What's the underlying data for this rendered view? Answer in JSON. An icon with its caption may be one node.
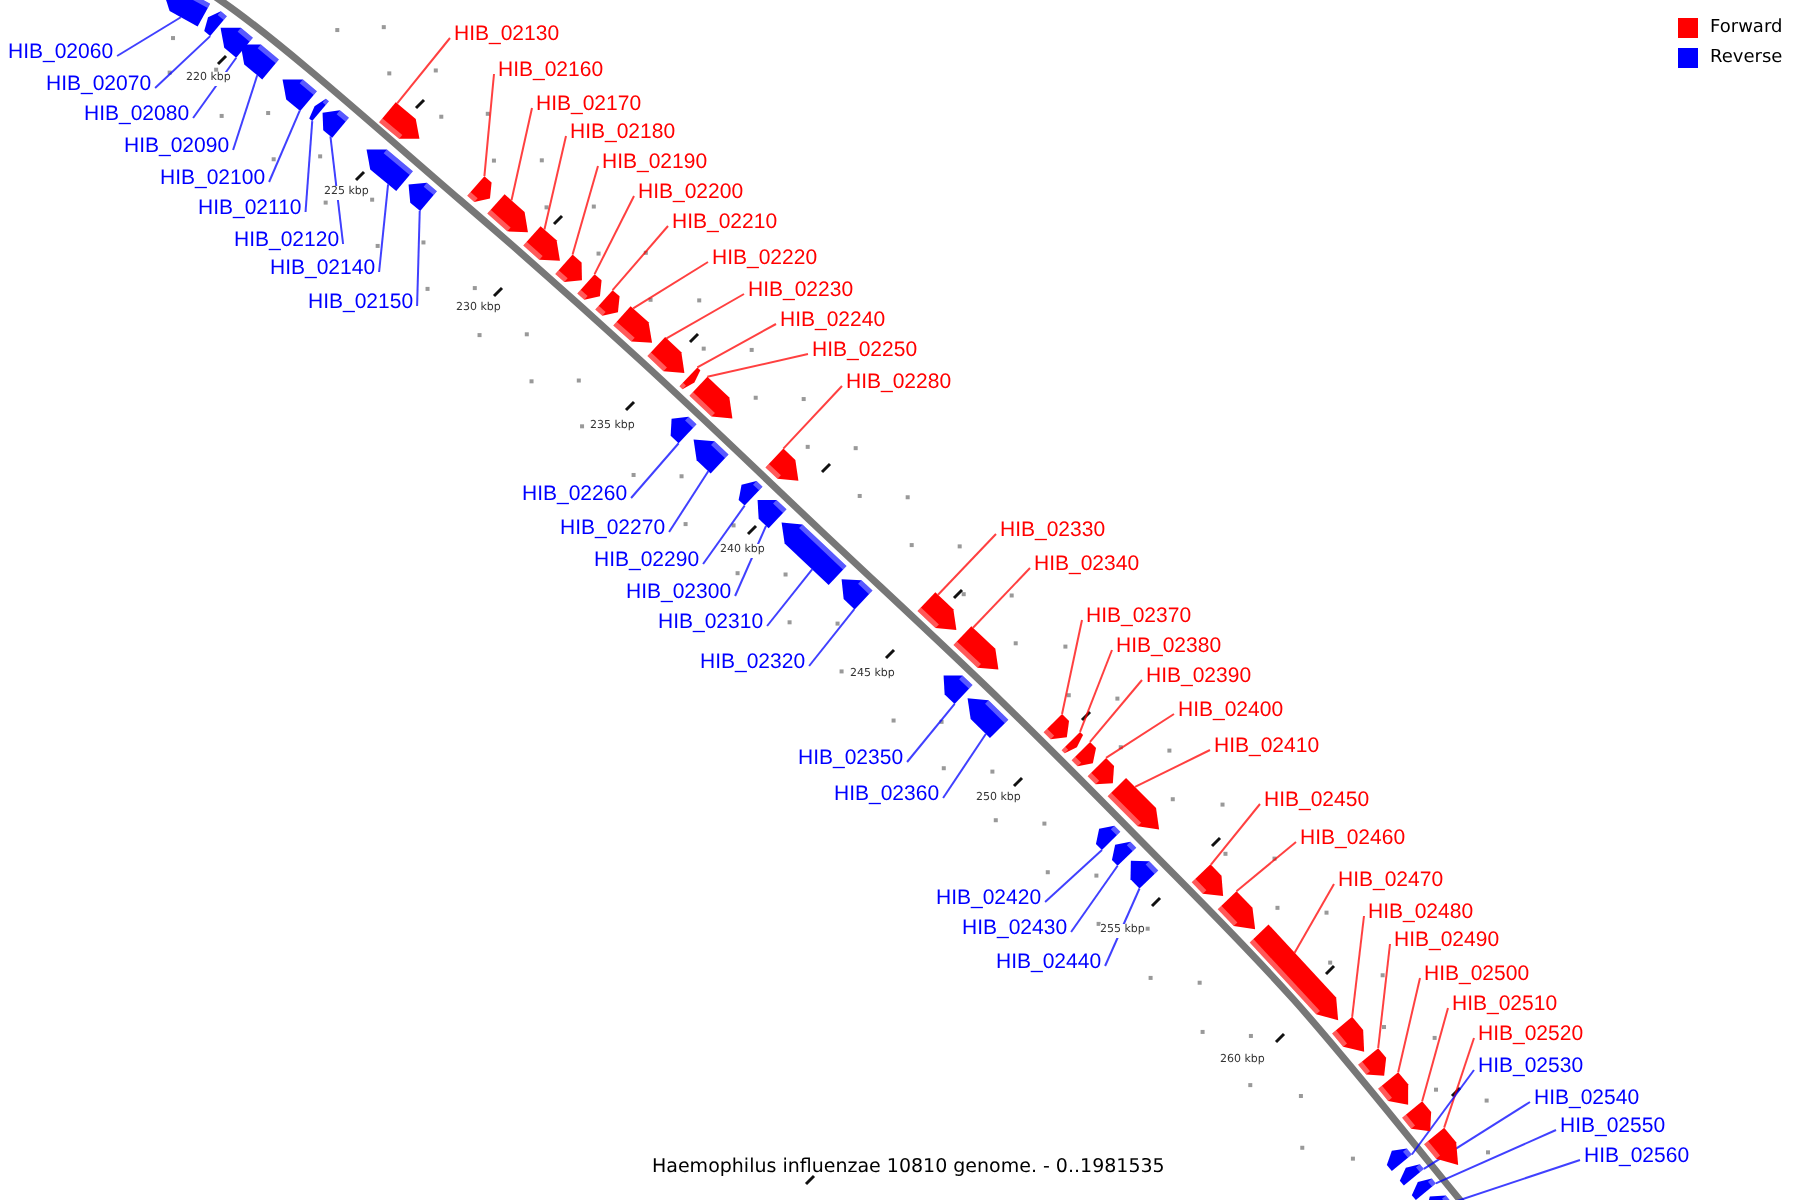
{
  "diagram": {
    "caption": "Haemophilus influenzae 10810 genome. - 0..1981535",
    "nodes": [
      {
        "text": [
          "HIB_02060"
        ]
      },
      {
        "text": [
          "HIB_02070"
        ]
      },
      {
        "text": [
          "HIB_02080"
        ]
      },
      {
        "text": [
          "HIB_02090"
        ]
      },
      {
        "text": [
          "HIB_02100"
        ]
      },
      {
        "text": [
          "HIB_02110"
        ]
      },
      {
        "text": [
          "HIB_02120"
        ]
      },
      {
        "text": [
          "HIB_02130"
        ]
      },
      {
        "text": [
          "HIB_02140"
        ]
      },
      {
        "text": [
          "HIB_02150"
        ]
      },
      {
        "text": [
          "HIB_02160"
        ]
      },
      {
        "text": [
          "HIB_02170"
        ]
      },
      {
        "text": [
          "HIB_02180"
        ]
      },
      {
        "text": [
          "HIB_02190"
        ]
      },
      {
        "text": [
          "HIB_02200"
        ]
      },
      {
        "text": [
          "HIB_02210"
        ]
      },
      {
        "text": [
          "HIB_02220"
        ]
      },
      {
        "text": [
          "HIB_02230"
        ]
      },
      {
        "text": [
          "HIB_02240"
        ]
      },
      {
        "text": [
          "HIB_02250"
        ]
      },
      {
        "text": [
          "HIB_02260"
        ]
      },
      {
        "text": [
          "HIB_02270"
        ]
      },
      {
        "text": [
          "HIB_02280"
        ]
      },
      {
        "text": [
          "HIB_02290"
        ]
      },
      {
        "text": [
          "HIB_02300"
        ]
      },
      {
        "text": [
          "HIB_02310"
        ]
      },
      {
        "text": [
          "HIB_02320"
        ]
      },
      {
        "text": [
          "HIB_02330"
        ]
      },
      {
        "text": [
          "HIB_02340"
        ]
      },
      {
        "text": [
          "HIB_02350"
        ]
      },
      {
        "text": [
          "HIB_02360"
        ]
      },
      {
        "text": [
          "HIB_02370"
        ]
      },
      {
        "text": [
          "HIB_02380"
        ]
      },
      {
        "text": [
          "HIB_02390"
        ]
      },
      {
        "text": [
          "HIB_02400"
        ]
      },
      {
        "text": [
          "HIB_02410"
        ]
      },
      {
        "text": [
          "HIB_02420"
        ]
      },
      {
        "text": [
          "HIB_02430"
        ]
      },
      {
        "text": [
          "HIB_02440"
        ]
      },
      {
        "text": [
          "HIB_02450"
        ]
      },
      {
        "text": [
          "HIB_02460"
        ]
      },
      {
        "text": [
          "HIB_02470"
        ]
      },
      {
        "text": [
          "HIB_02480"
        ]
      },
      {
        "text": [
          "HIB_02490"
        ]
      },
      {
        "text": [
          "HIB_02500"
        ]
      },
      {
        "text": [
          "HIB_02510"
        ]
      },
      {
        "text": [
          "HIB_02520"
        ]
      },
      {
        "text": [
          "HIB_02530"
        ]
      },
      {
        "text": [
          "HIB_02540"
        ]
      },
      {
        "text": [
          "HIB_02550"
        ]
      },
      {
        "text": [
          "HIB_02560"
        ]
      },
      {
        "text": [],
        "shape": "bar"
      },
      {
        "text": [],
        "shape": "bar"
      },
      {
        "text": [],
        "shape": "bar"
      },
      {
        "text": [],
        "shape": "bar"
      },
      {
        "text": [],
        "shape": "bar"
      },
      {
        "text": [],
        "shape": "bar"
      },
      {
        "text": [],
        "shape": "bar"
      },
      {
        "text": [],
        "shape": "bar"
      },
      {
        "text": [],
        "shape": "bar"
      },
      {
        "text": [],
        "shape": "bar"
      },
      {
        "text": [],
        "shape": "bar"
      },
      {
        "text": [],
        "shape": "bar"
      },
      {
        "text": [],
        "shape": "bar"
      },
      {
        "text": [],
        "shape": "bar"
      },
      {
        "text": [],
        "shape": "bar"
      },
      {
        "text": [],
        "shape": "bar"
      },
      {
        "text": [],
        "shape": "bar"
      },
      {
        "text": [],
        "shape": "bar"
      },
      {
        "text": [],
        "shape": "bar"
      },
      {
        "text": [],
        "shape": "bar"
      },
      {
        "text": [],
        "shape": "bar"
      },
      {
        "text": [],
        "shape": "bar"
      },
      {
        "text": [],
        "shape": "bar"
      },
      {
        "text": [],
        "shape": "bar"
      },
      {
        "text": [],
        "shape": "bar"
      },
      {
        "text": [],
        "shape": "bar"
      },
      {
        "text": [],
        "shape": "bar"
      },
      {
        "text": [],
        "shape": "bar"
      },
      {
        "text": [],
        "shape": "bar"
      },
      {
        "text": [],
        "shape": "bar"
      },
      {
        "text": [],
        "shape": "bar"
      },
      {
        "text": [],
        "shape": "bar"
      },
      {
        "text": [],
        "shape": "bar"
      },
      {
        "text": [],
        "shape": "bar"
      },
      {
        "text": [],
        "shape": "bar"
      },
      {
        "text": [],
        "shape": "bar"
      },
      {
        "text": [],
        "shape": "bar"
      },
      {
        "text": [],
        "shape": "bar"
      },
      {
        "text": [],
        "shape": "bar"
      },
      {
        "text": [],
        "shape": "bar"
      },
      {
        "text": [],
        "shape": "bar"
      },
      {
        "text": [],
        "shape": "bar"
      },
      {
        "text": [],
        "shape": "bar"
      },
      {
        "text": [],
        "shape": "bar"
      },
      {
        "text": [],
        "shape": "bar"
      },
      {
        "text": [],
        "shape": "bar"
      },
      {
        "text": [],
        "shape": "bar"
      },
      {
        "text": [],
        "shape": "bar"
      },
      {
        "text": [],
        "shape": "bar"
      },
      {
        "text": [],
        "shape": "bar"
      },
      {
        "text": [],
        "shape": "bar"
      }
    ],
    "edges": [
      {
        "from": 0,
        "to": 51,
        "arrow": "none",
        "color": "#0000ff"
      },
      {
        "from": 1,
        "to": 52,
        "arrow": "none",
        "color": "#0000ff"
      },
      {
        "from": 2,
        "to": 53,
        "arrow": "none",
        "color": "#0000ff"
      },
      {
        "from": 3,
        "to": 54,
        "arrow": "none",
        "color": "#0000ff"
      },
      {
        "from": 4,
        "to": 55,
        "arrow": "none",
        "color": "#0000ff"
      },
      {
        "from": 5,
        "to": 56,
        "arrow": "none",
        "color": "#0000ff"
      },
      {
        "from": 6,
        "to": 57,
        "arrow": "none",
        "color": "#0000ff"
      },
      {
        "from": 7,
        "to": 58,
        "arrow": "none",
        "color": "#ff0000"
      },
      {
        "from": 8,
        "to": 59,
        "arrow": "none",
        "color": "#0000ff"
      },
      {
        "from": 9,
        "to": 60,
        "arrow": "none",
        "color": "#0000ff"
      },
      {
        "from": 10,
        "to": 61,
        "arrow": "none",
        "color": "#ff0000"
      },
      {
        "from": 11,
        "to": 62,
        "arrow": "none",
        "color": "#ff0000"
      },
      {
        "from": 12,
        "to": 63,
        "arrow": "none",
        "color": "#ff0000"
      },
      {
        "from": 13,
        "to": 64,
        "arrow": "none",
        "color": "#ff0000"
      },
      {
        "from": 14,
        "to": 65,
        "arrow": "none",
        "color": "#ff0000"
      },
      {
        "from": 15,
        "to": 66,
        "arrow": "none",
        "color": "#ff0000"
      },
      {
        "from": 16,
        "to": 67,
        "arrow": "none",
        "color": "#ff0000"
      },
      {
        "from": 17,
        "to": 68,
        "arrow": "none",
        "color": "#ff0000"
      },
      {
        "from": 18,
        "to": 69,
        "arrow": "none",
        "color": "#ff0000"
      },
      {
        "from": 19,
        "to": 70,
        "arrow": "none",
        "color": "#ff0000"
      },
      {
        "from": 20,
        "to": 71,
        "arrow": "none",
        "color": "#0000ff"
      },
      {
        "from": 21,
        "to": 72,
        "arrow": "none",
        "color": "#0000ff"
      },
      {
        "from": 22,
        "to": 73,
        "arrow": "none",
        "color": "#ff0000"
      },
      {
        "from": 23,
        "to": 74,
        "arrow": "none",
        "color": "#0000ff"
      },
      {
        "from": 24,
        "to": 75,
        "arrow": "none",
        "color": "#0000ff"
      },
      {
        "from": 25,
        "to": 76,
        "arrow": "none",
        "color": "#0000ff"
      },
      {
        "from": 26,
        "to": 77,
        "arrow": "none",
        "color": "#0000ff"
      },
      {
        "from": 27,
        "to": 78,
        "arrow": "none",
        "color": "#ff0000"
      },
      {
        "from": 28,
        "to": 79,
        "arrow": "none",
        "color": "#ff0000"
      },
      {
        "from": 29,
        "to": 80,
        "arrow": "none",
        "color": "#0000ff"
      },
      {
        "from": 30,
        "to": 81,
        "arrow": "none",
        "color": "#0000ff"
      },
      {
        "from": 31,
        "to": 82,
        "arrow": "none",
        "color": "#ff0000"
      },
      {
        "from": 32,
        "to": 83,
        "arrow": "none",
        "color": "#ff0000"
      },
      {
        "from": 33,
        "to": 84,
        "arrow": "none",
        "color": "#ff0000"
      },
      {
        "from": 34,
        "to": 85,
        "arrow": "none",
        "color": "#ff0000"
      },
      {
        "from": 35,
        "to": 86,
        "arrow": "none",
        "color": "#ff0000"
      },
      {
        "from": 36,
        "to": 87,
        "arrow": "none",
        "color": "#0000ff"
      },
      {
        "from": 37,
        "to": 88,
        "arrow": "none",
        "color": "#0000ff"
      },
      {
        "from": 38,
        "to": 89,
        "arrow": "none",
        "color": "#0000ff"
      },
      {
        "from": 39,
        "to": 90,
        "arrow": "none",
        "color": "#ff0000"
      },
      {
        "from": 40,
        "to": 91,
        "arrow": "none",
        "color": "#ff0000"
      },
      {
        "from": 41,
        "to": 92,
        "arrow": "none",
        "color": "#ff0000"
      },
      {
        "from": 42,
        "to": 93,
        "arrow": "none",
        "color": "#ff0000"
      },
      {
        "from": 43,
        "to": 94,
        "arrow": "none",
        "color": "#ff0000"
      },
      {
        "from": 44,
        "to": 95,
        "arrow": "none",
        "color": "#ff0000"
      },
      {
        "from": 45,
        "to": 96,
        "arrow": "none",
        "color": "#ff0000"
      },
      {
        "from": 46,
        "to": 97,
        "arrow": "none",
        "color": "#ff0000"
      },
      {
        "from": 47,
        "to": 98,
        "arrow": "none",
        "color": "#0000ff"
      },
      {
        "from": 48,
        "to": 99,
        "arrow": "none",
        "color": "#0000ff"
      },
      {
        "from": 49,
        "to": 100,
        "arrow": "none",
        "color": "#0000ff"
      },
      {
        "from": 50,
        "to": 101,
        "arrow": "none",
        "color": "#0000ff"
      }
    ],
    "labels": [
      "220 kbp",
      "225 kbp",
      "230 kbp",
      "235 kbp",
      "240 kbp",
      "245 kbp",
      "250 kbp",
      "255 kbp",
      "260 kbp"
    ],
    "legend": [
      {
        "text": "Forward",
        "color": "#ff0000"
      },
      {
        "text": "Reverse",
        "color": "#0000ff"
      }
    ]
  }
}
